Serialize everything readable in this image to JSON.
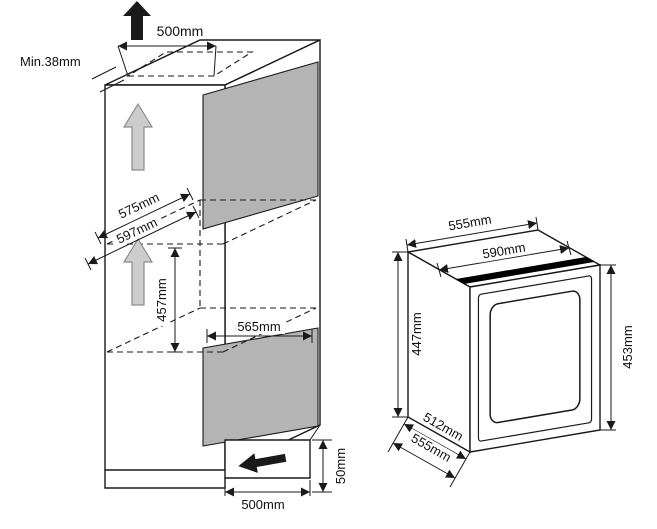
{
  "colors": {
    "line": "#1a1a1a",
    "panel": "#b4b4b4",
    "airflow_arrow_fill": "#cccccc",
    "airflow_arrow_stroke": "#8c8c8c",
    "vent_strip": "#000000",
    "background": "#ffffff"
  },
  "dims": {
    "cabinet": {
      "top_width": "500mm",
      "min_gap": "Min.38mm",
      "depth_inner": "575mm",
      "depth_outer": "597mm",
      "niche_height": "457mm",
      "niche_width": "565mm",
      "vent_width": "500mm",
      "vent_height": "50mm"
    },
    "appliance": {
      "top_width": "555mm",
      "door_width": "590mm",
      "side_height": "447mm",
      "front_height": "453mm",
      "depth_body": "512mm",
      "depth_total": "555mm"
    }
  }
}
